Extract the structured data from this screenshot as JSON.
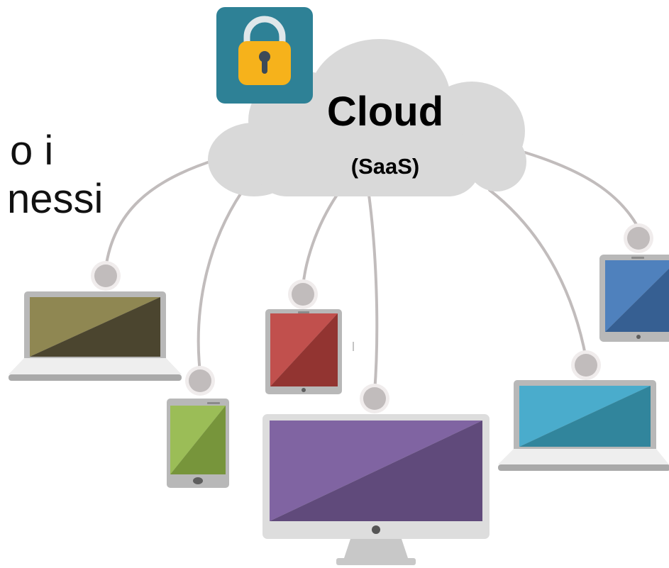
{
  "background_text": {
    "line1": "o i",
    "line2": "nessi"
  },
  "cloud": {
    "title": "Cloud",
    "subtitle": "(SaaS)",
    "color": "#d9d9d9"
  },
  "lock": {
    "icon": "padlock-icon",
    "tile_color": "#2e8196",
    "lock_color": "#f6b21b"
  },
  "connector_color": "#c1bcbc",
  "devices": [
    {
      "name": "laptop-olive",
      "screen_colors": [
        "#8f8752",
        "#4b452f"
      ]
    },
    {
      "name": "phone-green",
      "screen_colors": [
        "#9bbd57",
        "#77953b"
      ]
    },
    {
      "name": "tablet-red",
      "screen_colors": [
        "#c1504d",
        "#923431"
      ]
    },
    {
      "name": "monitor-purple",
      "screen_colors": [
        "#8064a2",
        "#604a7b"
      ]
    },
    {
      "name": "laptop-teal",
      "screen_colors": [
        "#4aaccc",
        "#31859c"
      ]
    },
    {
      "name": "tablet-blue",
      "screen_colors": [
        "#4f81bd",
        "#365f92"
      ]
    }
  ]
}
